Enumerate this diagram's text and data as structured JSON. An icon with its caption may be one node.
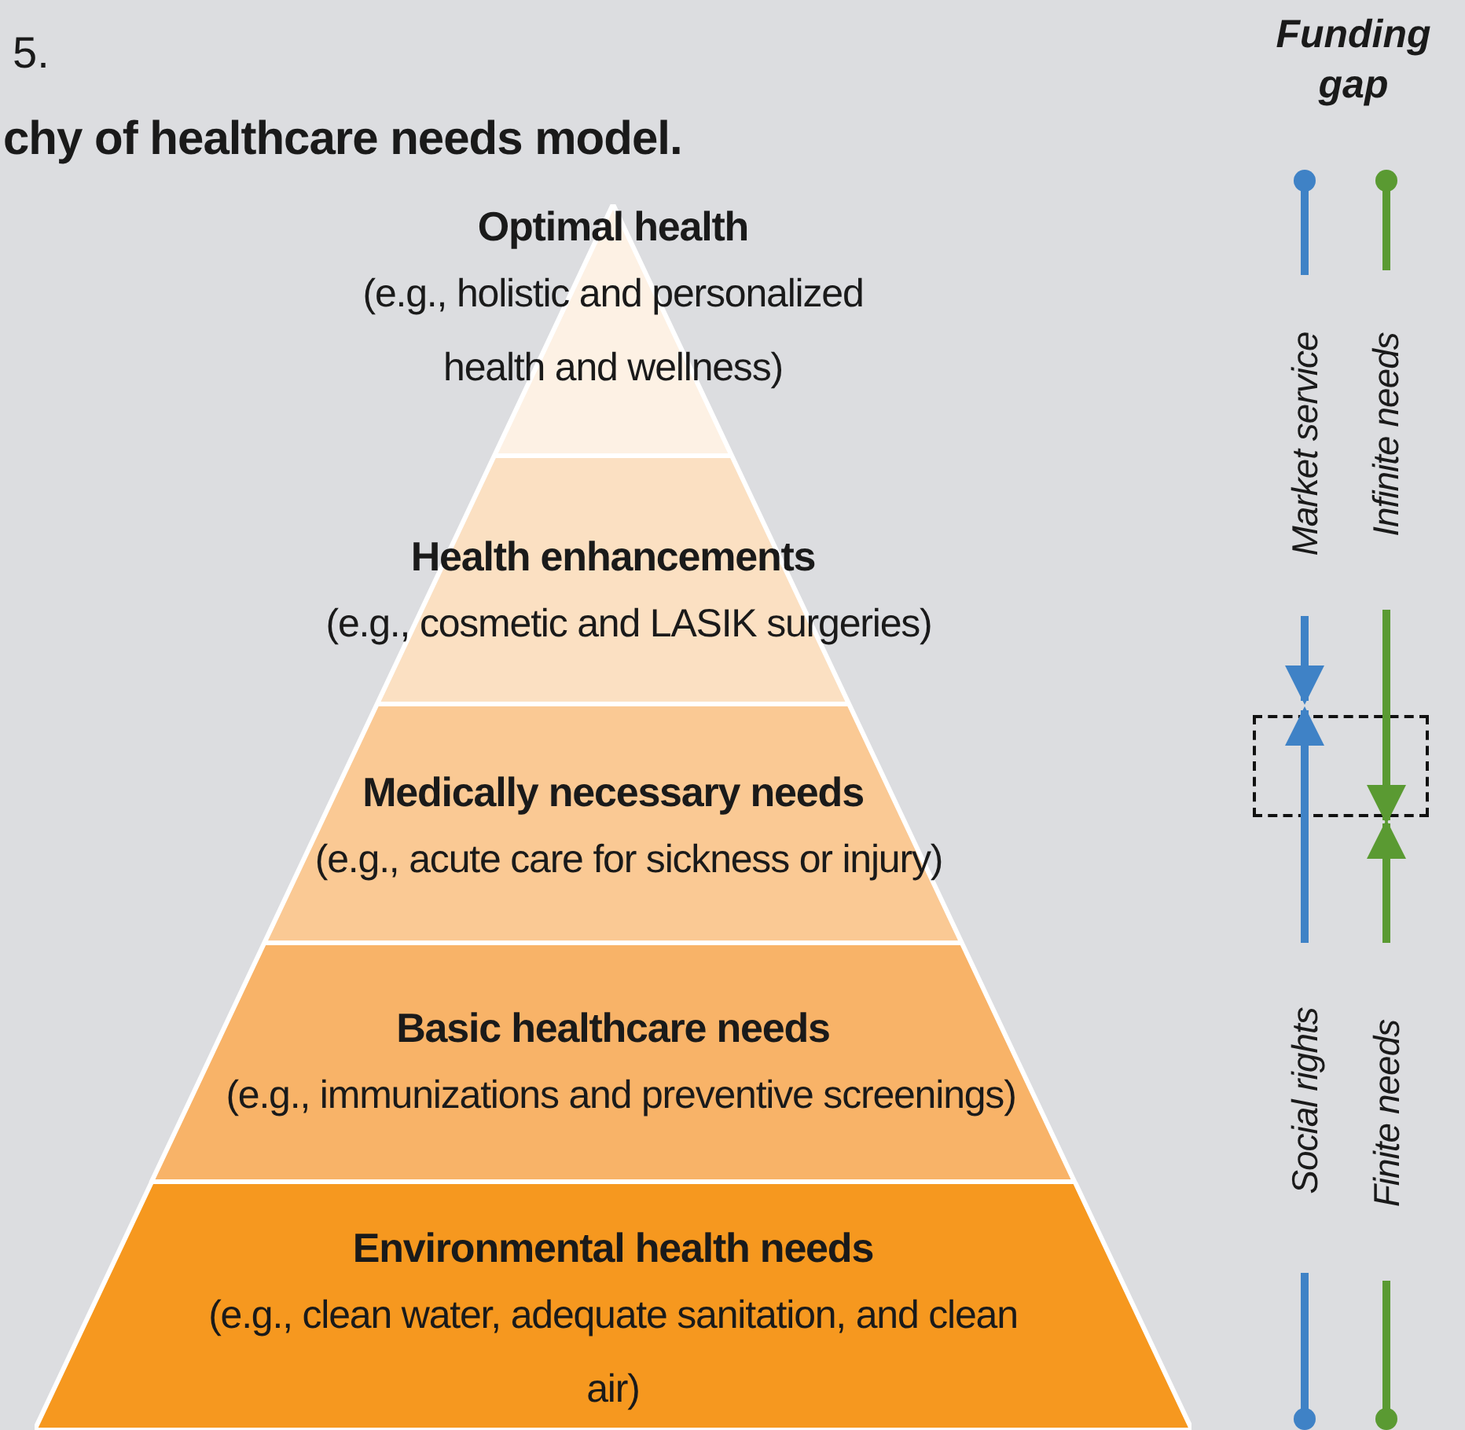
{
  "diagram": {
    "title": "chy of healthcare needs model.",
    "nodes": [
      {
        "text": [
          "Optimal health",
          "(e.g., holistic and personalized health and wellness)"
        ]
      },
      {
        "text": [
          "Health enhancements",
          "(e.g., cosmetic and LASIK surgeries)"
        ]
      },
      {
        "text": [
          "Medically necessary needs",
          "(e.g., acute care for sickness or injury)"
        ]
      },
      {
        "text": [
          "Basic healthcare needs",
          "(e.g., immunizations and preventive screenings)"
        ]
      },
      {
        "text": [
          "Environmental health needs",
          "(e.g., clean water, adequate sanitation, and clean air)"
        ]
      },
      {
        "text": [],
        "shape": "box"
      }
    ],
    "labels": [
      "5.",
      "Funding gap",
      "Market service",
      "Infinite needs",
      "Social rights",
      "Finite needs"
    ]
  }
}
